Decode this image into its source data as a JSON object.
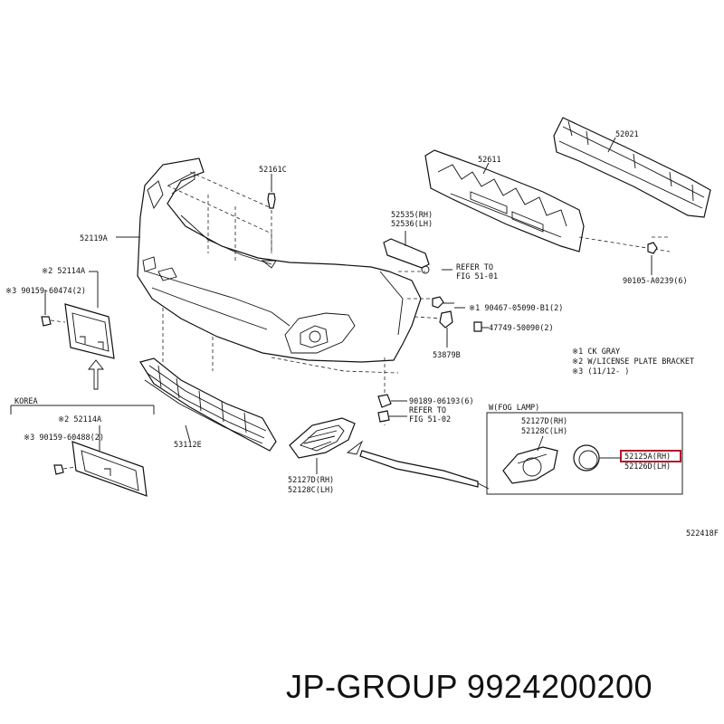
{
  "parts": {
    "p52021": "52021",
    "p52611": "52611",
    "p52161C": "52161C",
    "p52119A": "52119A",
    "p52535": "52535(RH)",
    "p52536": "52536(LH)",
    "refer1a": "REFER TO",
    "refer1b": "FIG 51-01",
    "p90105": "90105-A0239(6)",
    "n1": "※1 90467-05090-B1(2)",
    "p47749": "47749-50090(2)",
    "p53879B": "53879B",
    "note1": "※1 CK GRAY",
    "note2": "※2 W/LICENSE PLATE BRACKET",
    "note3": "※3 (11/12-         )",
    "p52114A_top": "※2 52114A",
    "p90159_60474": "※3 90159-60474(2)",
    "korea": "KOREA",
    "p52114A_bottom": "※2 52114A",
    "p90159_60488": "※3 90159-60488(2)",
    "p53112E": "53112E",
    "p90189": "90189-06193(6)",
    "refer2a": "REFER TO",
    "refer2b": "FIG 51-02",
    "p52127D": "52127D(RH)",
    "p52128C_main": "52128C(LH)",
    "fog_title": "W(FOG LAMP)",
    "p52127D_fog": "52127D(RH)",
    "p52128C_fog": "52128C(LH)",
    "p52125A": "52125A(RH)",
    "p52126D": "52126D(LH)",
    "fig_code": "522418F"
  },
  "brand": "JP-GROUP 9924200200",
  "highlight_color": "#b0182a"
}
